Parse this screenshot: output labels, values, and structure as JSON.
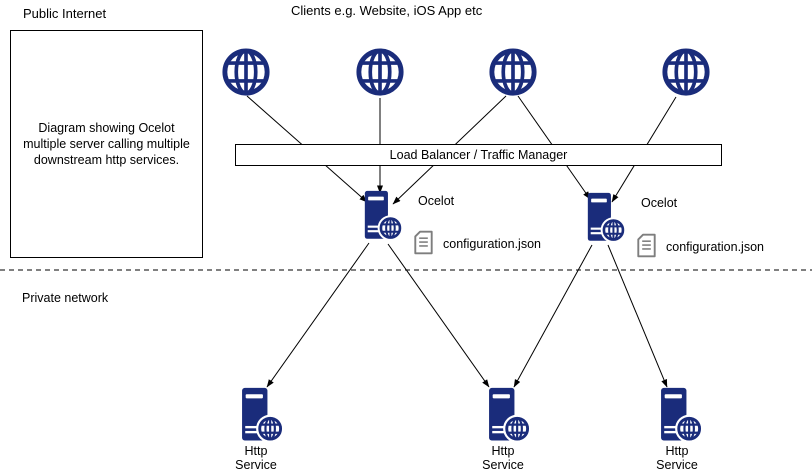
{
  "colors": {
    "primary": "#1A2C7B",
    "doc": "#7E7E7E"
  },
  "zones": {
    "public_internet_label": "Public Internet",
    "private_network_label": "Private network"
  },
  "description_box": {
    "text": "Diagram showing Ocelot multiple server calling multiple downstream http services."
  },
  "clients": {
    "title": "Clients e.g. Website, iOS App etc",
    "count": 4,
    "icon": "globe-icon"
  },
  "load_balancer": {
    "label": "Load Balancer / Traffic Manager"
  },
  "gateways": [
    {
      "label": "Ocelot",
      "config_file": "configuration.json",
      "icon": "server-with-globe-icon",
      "config_icon": "document-icon"
    },
    {
      "label": "Ocelot",
      "config_file": "configuration.json",
      "icon": "server-with-globe-icon",
      "config_icon": "document-icon"
    }
  ],
  "services": [
    {
      "label": "Http Service",
      "icon": "server-with-globe-icon"
    },
    {
      "label": "Http Service",
      "icon": "server-with-globe-icon"
    },
    {
      "label": "Http Service",
      "icon": "server-with-globe-icon"
    }
  ]
}
